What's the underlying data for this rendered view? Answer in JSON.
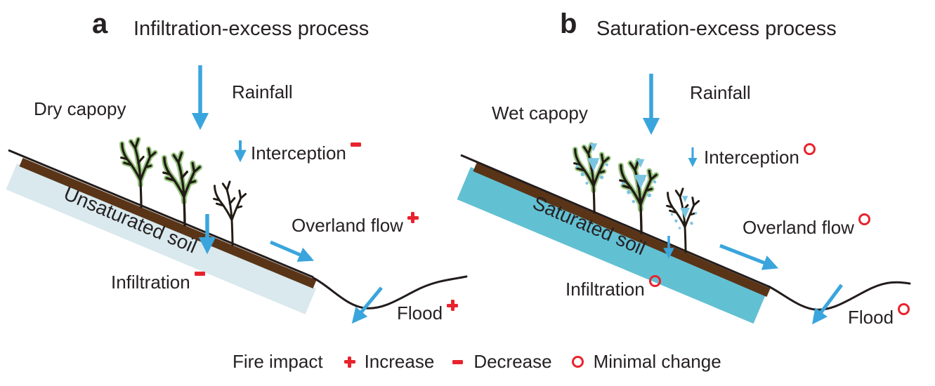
{
  "colors": {
    "arrow_blue": "#3aa5dd",
    "soil_brown": "#5a3417",
    "unsaturated_soil": "#d9e9ee",
    "saturated_soil": "#62c0d3",
    "canopy_green": "#96c57f",
    "wet_blue": "#7ac5e2",
    "impact_red": "#e8232d",
    "ink": "#262122"
  },
  "panel_a": {
    "tag": "a",
    "title": "Infiltration-excess process",
    "canopy_label": "Dry capopy",
    "rainfall_label": "Rainfall",
    "interception_label": "Interception",
    "interception_impact": "decrease",
    "soil_label": "Unsaturated soil",
    "infiltration_label": "Infiltration",
    "infiltration_impact": "decrease",
    "overland_flow_label": "Overland flow",
    "overland_flow_impact": "increase",
    "flood_label": "Flood",
    "flood_impact": "increase"
  },
  "panel_b": {
    "tag": "b",
    "title": "Saturation-excess process",
    "canopy_label": "Wet capopy",
    "rainfall_label": "Rainfall",
    "interception_label": "Interception",
    "interception_impact": "minimal",
    "soil_label": "Saturated soil",
    "infiltration_label": "Infiltration",
    "infiltration_impact": "minimal",
    "overland_flow_label": "Overland flow",
    "overland_flow_impact": "minimal",
    "flood_label": "Flood",
    "flood_impact": "minimal"
  },
  "legend": {
    "label": "Fire impact",
    "items": [
      {
        "impact": "increase",
        "label": "Increase"
      },
      {
        "impact": "decrease",
        "label": "Decrease"
      },
      {
        "impact": "minimal",
        "label": "Minimal change"
      }
    ]
  }
}
